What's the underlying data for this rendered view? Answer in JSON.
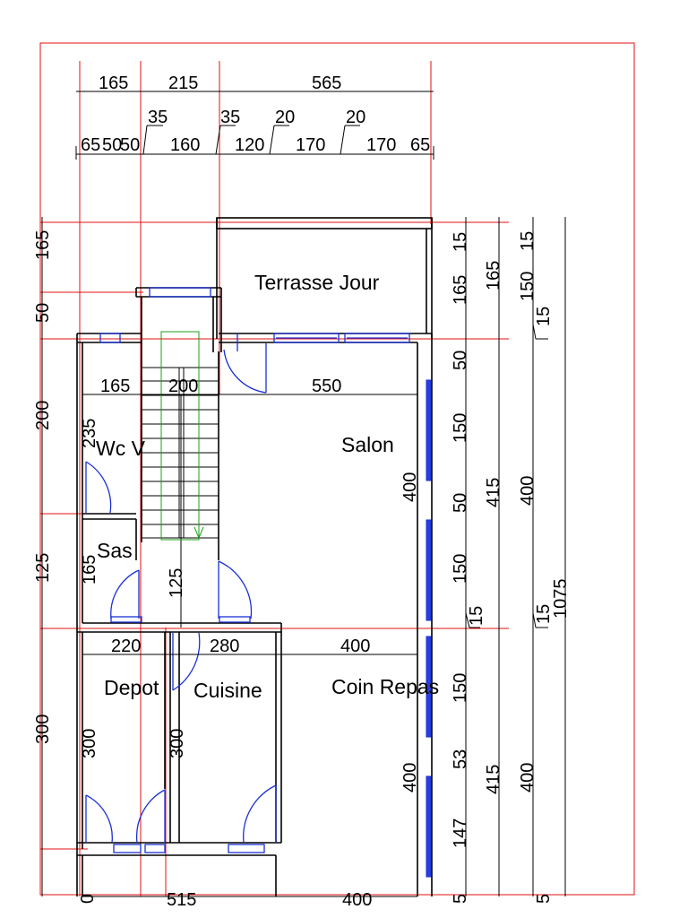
{
  "rooms": {
    "terrasse": "Terrasse Jour",
    "salon": "Salon",
    "wc": "Wc V",
    "sas": "Sas",
    "depot": "Depot",
    "cuisine": "Cuisine",
    "coin_repas": "Coin Repas"
  },
  "top_dims": {
    "row1": [
      "165",
      "215",
      "565"
    ],
    "row2_small": [
      "35",
      "35",
      "20",
      "20"
    ],
    "row3": [
      "65",
      "50",
      "50",
      "160",
      "120",
      "170",
      "170",
      "65"
    ]
  },
  "interior_dims": {
    "d165": "165",
    "d200": "200",
    "d550": "550",
    "d235": "235",
    "d165b": "165",
    "d125": "125",
    "d220": "220",
    "d280": "280",
    "d400h": "400",
    "d300a": "300",
    "d300b": "300",
    "d400v1": "400",
    "d400v2": "400",
    "d515": "515",
    "d400c": "400"
  },
  "right_dims": {
    "col1": [
      "15",
      "165",
      "50",
      "150",
      "50",
      "150",
      "150",
      "53",
      "147",
      "5"
    ],
    "col1_tag": "15",
    "col2": [
      "165",
      "415",
      "415"
    ],
    "col3": [
      "15",
      "150",
      "400",
      "400"
    ],
    "col3_tags": [
      "15",
      "15",
      "5"
    ],
    "col4": [
      "1075"
    ]
  },
  "left_dims": [
    "165",
    "50",
    "200",
    "125",
    "300",
    "0"
  ]
}
